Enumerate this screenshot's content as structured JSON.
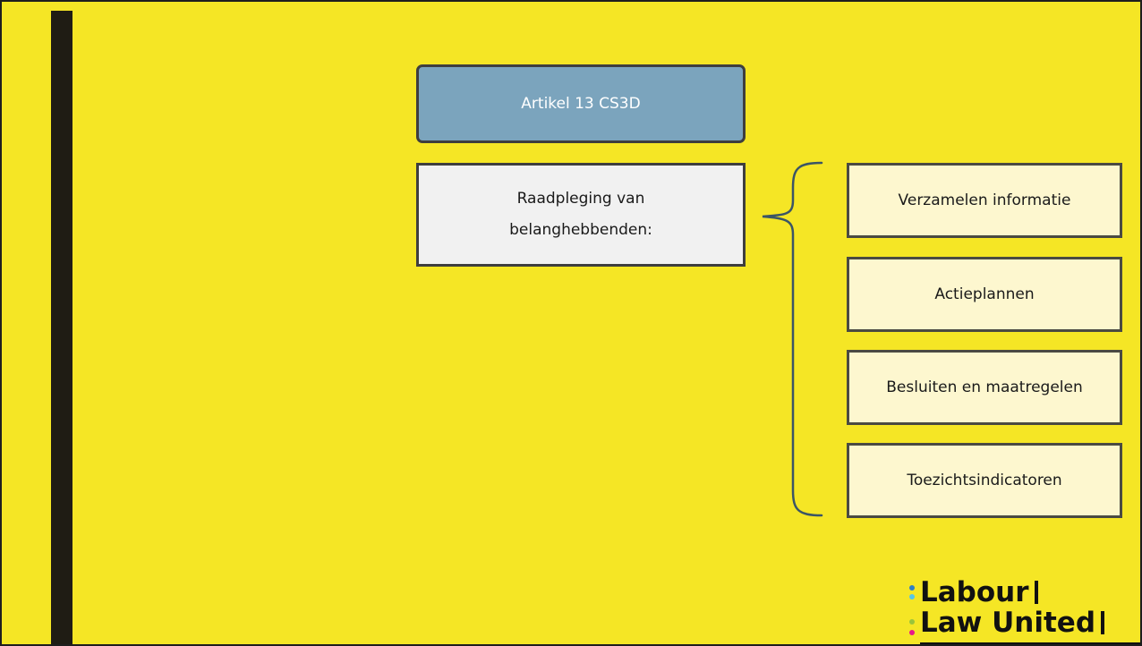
{
  "title": "Artikel 13 CS3D",
  "consultation": {
    "line1": "Raadpleging van",
    "line2": "belanghebbenden:"
  },
  "items": [
    {
      "label": "Verzamelen informatie"
    },
    {
      "label": "Actieplannen"
    },
    {
      "label": "Besluiten en maatregelen"
    },
    {
      "label": "Toezichtsindicatoren"
    }
  ],
  "logo": {
    "line1": "Labour",
    "line2": "Law United"
  },
  "colors": {
    "background": "#f5e625",
    "title_fill": "#7ba4bd",
    "item_fill": "#fdf7cf",
    "consult_fill": "#f1f1f1",
    "brace": "#3b5566",
    "logo_dots": [
      "#2e7fc2",
      "#56c6e8",
      "#e8178a",
      "#9ac43b"
    ]
  }
}
